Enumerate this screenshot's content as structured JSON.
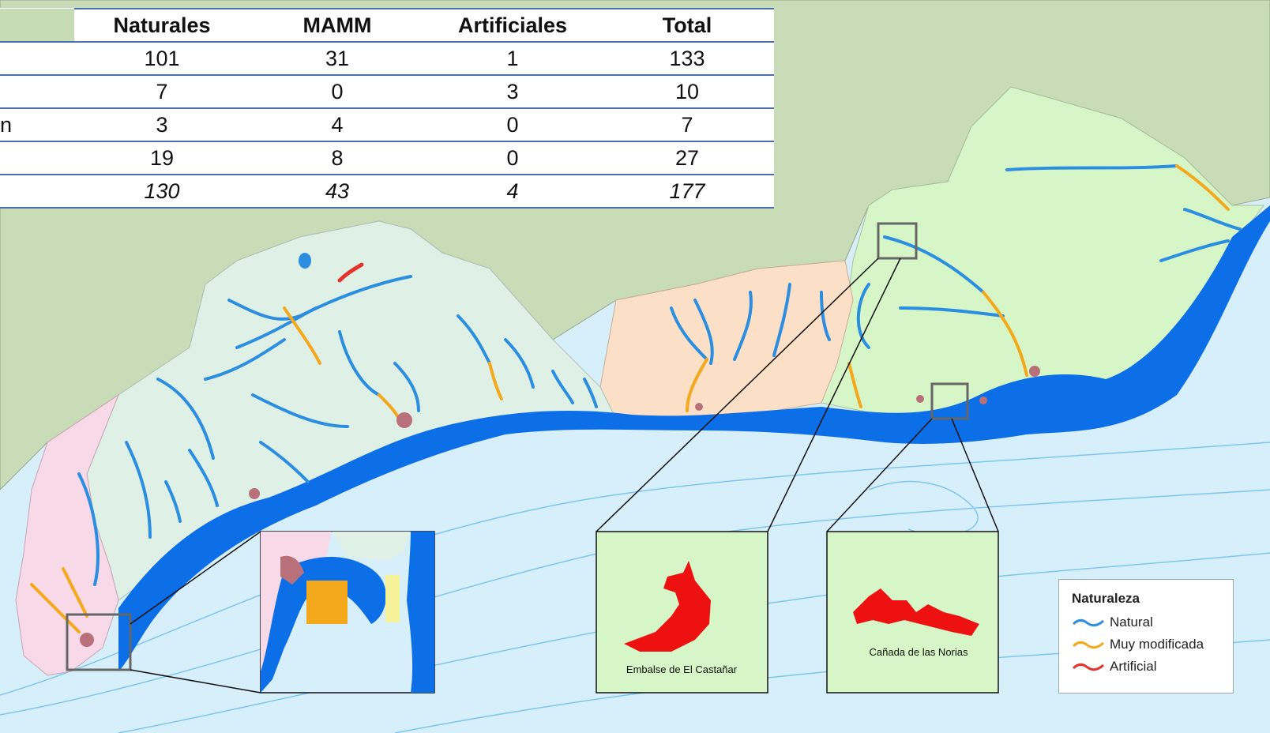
{
  "table": {
    "headers": [
      "Naturales",
      "MAMM",
      "Artificiales",
      "Total"
    ],
    "rows": [
      {
        "label": "",
        "values": [
          "101",
          "31",
          "1",
          "133"
        ]
      },
      {
        "label": "",
        "values": [
          "7",
          "0",
          "3",
          "10"
        ]
      },
      {
        "label": "n",
        "values": [
          "3",
          "4",
          "0",
          "7"
        ]
      },
      {
        "label": "",
        "values": [
          "19",
          "8",
          "0",
          "27"
        ]
      },
      {
        "label": "",
        "values": [
          "130",
          "43",
          "4",
          "177"
        ]
      }
    ]
  },
  "insets": {
    "castanar": "Embalse de El Castañar",
    "norias": "Cañada de las Norias"
  },
  "legend": {
    "title": "Naturaleza",
    "items": [
      {
        "label": "Natural",
        "color": "#2b8ee0"
      },
      {
        "label": "Muy modificada",
        "color": "#f4a81c"
      },
      {
        "label": "Artificial",
        "color": "#e4332a"
      }
    ]
  },
  "colors": {
    "sea": "#d7eefb",
    "land_outside": "#c8dcb8",
    "coastal_water": "#0d6fe8",
    "reservoir": "#ee1111"
  }
}
